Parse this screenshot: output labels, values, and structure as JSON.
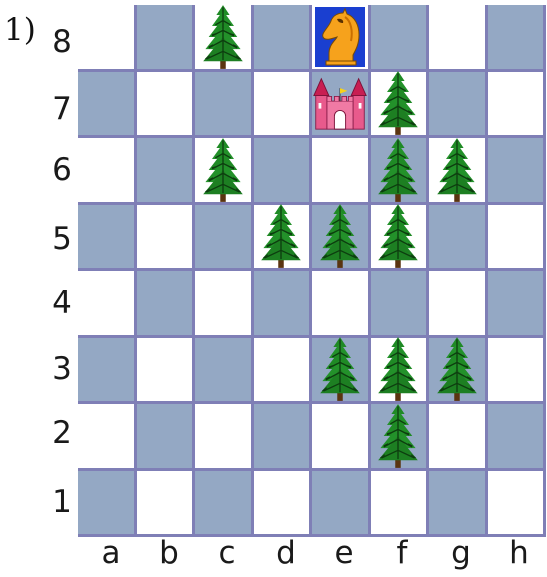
{
  "puzzle": {
    "number": "1)"
  },
  "board": {
    "files": [
      "a",
      "b",
      "c",
      "d",
      "e",
      "f",
      "g",
      "h"
    ],
    "ranks": [
      "8",
      "7",
      "6",
      "5",
      "4",
      "3",
      "2",
      "1"
    ],
    "colors": {
      "light": "#ffffff",
      "dark": "#94a8c4",
      "grid": "#7f7fb6"
    },
    "pieces": [
      {
        "square": "e8",
        "type": "knight",
        "icon": "knight-icon",
        "background": "#1a3fd0",
        "color": "#f0a020"
      },
      {
        "square": "e7",
        "type": "castle",
        "icon": "castle-icon",
        "color": "#e85a8c"
      },
      {
        "square": "c8",
        "type": "tree",
        "icon": "pine-tree-icon"
      },
      {
        "square": "f7",
        "type": "tree",
        "icon": "pine-tree-icon"
      },
      {
        "square": "c6",
        "type": "tree",
        "icon": "pine-tree-icon"
      },
      {
        "square": "f6",
        "type": "tree",
        "icon": "pine-tree-icon"
      },
      {
        "square": "g6",
        "type": "tree",
        "icon": "pine-tree-icon"
      },
      {
        "square": "d5",
        "type": "tree",
        "icon": "pine-tree-icon"
      },
      {
        "square": "e5",
        "type": "tree",
        "icon": "pine-tree-icon"
      },
      {
        "square": "f5",
        "type": "tree",
        "icon": "pine-tree-icon"
      },
      {
        "square": "e3",
        "type": "tree",
        "icon": "pine-tree-icon"
      },
      {
        "square": "f3",
        "type": "tree",
        "icon": "pine-tree-icon"
      },
      {
        "square": "g3",
        "type": "tree",
        "icon": "pine-tree-icon"
      },
      {
        "square": "f2",
        "type": "tree",
        "icon": "pine-tree-icon"
      }
    ]
  }
}
